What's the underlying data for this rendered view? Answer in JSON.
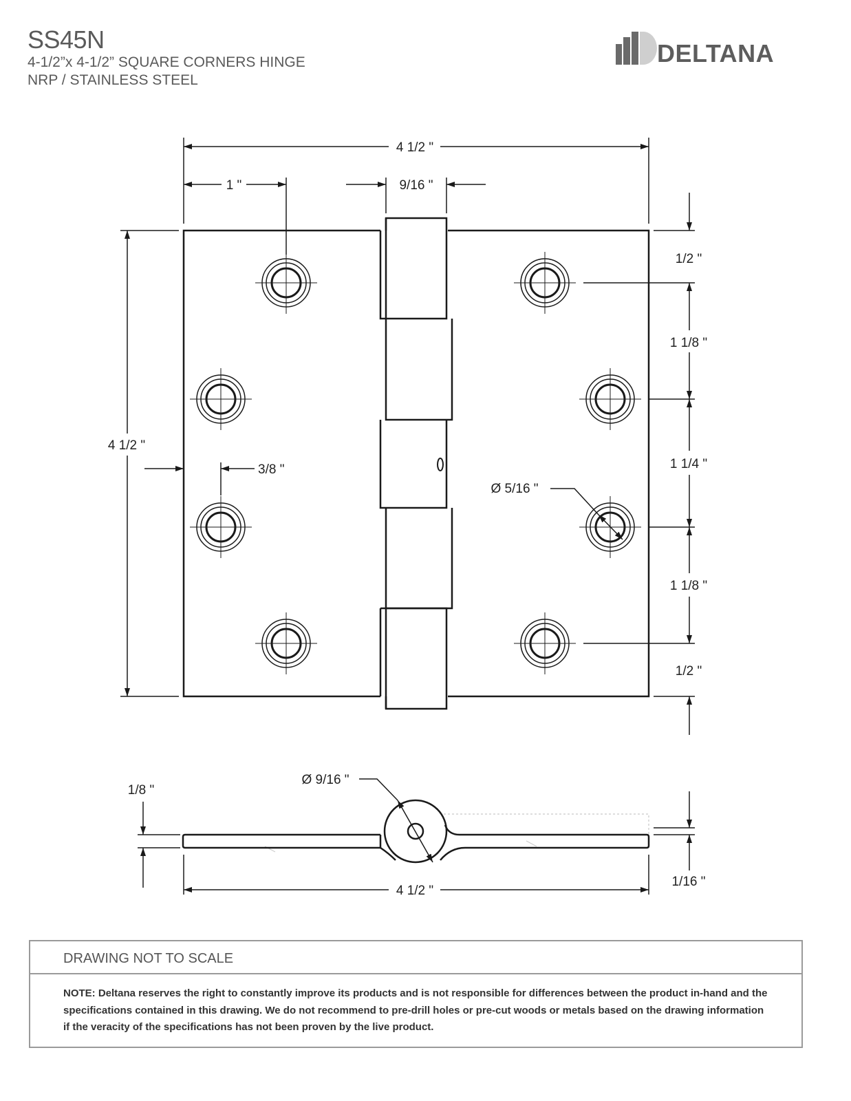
{
  "header": {
    "model": "SS45N",
    "line1": "4-1/2”x 4-1/2” SQUARE CORNERS HINGE",
    "line2": "NRP / STAINLESS STEEL"
  },
  "logo": {
    "text": "DELTANA",
    "icon": "deltana-logo-icon"
  },
  "dimensions": {
    "overall_width_top": "4 1/2 \"",
    "hole_offset_edge": "1 \"",
    "knuckle_width": "9/16 \"",
    "overall_height": "4 1/2 \"",
    "hole_inset": "3/8 \"",
    "top_margin": "1/2 \"",
    "spacing_1": "1 1/8 \"",
    "spacing_2": "1 1/4 \"",
    "spacing_3": "1 1/8 \"",
    "bottom_margin": "1/2 \"",
    "hole_diameter": "Ø 5/16 \"",
    "knuckle_diameter": "Ø 9/16 \"",
    "knuckle_offset": "1/8 \"",
    "leaf_thickness": "1/16 \"",
    "overall_width_bottom": "4 1/2 \""
  },
  "note": {
    "title": "DRAWING NOT TO SCALE",
    "body": "NOTE: Deltana reserves the right to constantly improve its products and is not responsible for differences between the product in-hand and the specifications contained in this drawing. We do not recommend to pre-drill holes or pre-cut woods or metals based on the drawing information if the veracity of the specifications has not been proven by the live product."
  },
  "colors": {
    "line": "#1a1a1a",
    "text_gray": "#5a5a5a",
    "border": "#9a9a9a"
  }
}
